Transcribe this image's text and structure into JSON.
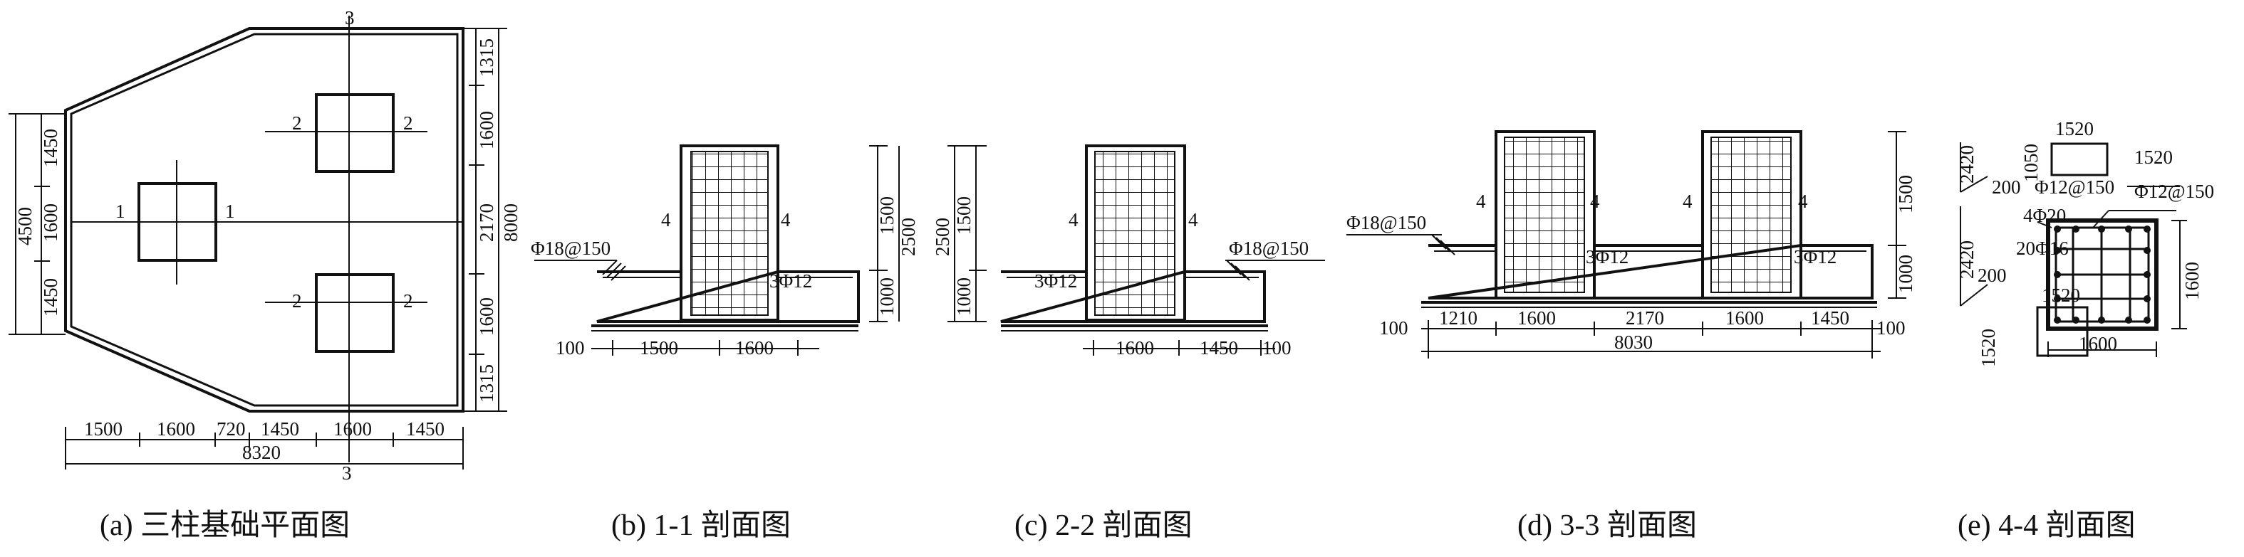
{
  "panels": {
    "a": {
      "caption": "(a) 三柱基础平面图",
      "section_marks": {
        "top": "3",
        "bottom": "3",
        "left_col": "1",
        "right_col": "1",
        "upper_left": "2",
        "upper_right": "2",
        "lower_left": "2",
        "lower_right": "2"
      },
      "left_dims_outer": "4500",
      "left_dims_inner": [
        "1450",
        "1600",
        "1450"
      ],
      "right_dims_inner": [
        "1315",
        "1600",
        "2170",
        "1600",
        "1315"
      ],
      "right_dims_outer": "8000",
      "bottom_dims_inner": [
        "1500",
        "1600",
        "720",
        "1450",
        "1600",
        "1450"
      ],
      "bottom_dims_outer": "8320"
    },
    "b": {
      "caption": "(b) 1-1 剖面图",
      "rebar_label": "Φ18@150",
      "stirrup_label": "3Φ12",
      "section_marks": [
        "4",
        "4"
      ],
      "right_dims": [
        "1500",
        "1000"
      ],
      "right_dims_outer": "2500",
      "bottom_dims": [
        "100",
        "1500",
        "1600"
      ]
    },
    "c": {
      "caption": "(c) 2-2 剖面图",
      "rebar_label": "Φ18@150",
      "stirrup_label": "3Φ12",
      "section_marks": [
        "4",
        "4"
      ],
      "left_dims": [
        "1500",
        "1000"
      ],
      "left_dims_outer": "2500",
      "bottom_dims": [
        "1600",
        "1450",
        "100"
      ]
    },
    "d": {
      "caption": "(d) 3-3 剖面图",
      "rebar_label": "Φ18@150",
      "stirrup_labels": [
        "3Φ12",
        "3Φ12"
      ],
      "section_marks": [
        "4",
        "4",
        "4",
        "4"
      ],
      "right_dims": [
        "1500",
        "1000"
      ],
      "bottom_dims": [
        "100",
        "1210",
        "1600",
        "2170",
        "1600",
        "1450",
        "100"
      ],
      "bottom_dims_outer": "8030"
    },
    "e": {
      "caption": "(e) 4-4 剖面图",
      "labels": {
        "top_box": "1520",
        "top_h": "1050",
        "side_1520": "1520",
        "rebar1": "Φ12@150",
        "rebar2": "Φ12@150",
        "bar4": "4Φ20",
        "bar20": "20Φ16",
        "h2420a": "2420",
        "h2420b": "2420",
        "d200a": "200",
        "d200b": "200",
        "bottom_box": "1520",
        "bottom_box_h": "1520",
        "right_h": "1600",
        "bottom_w": "1600"
      }
    }
  }
}
